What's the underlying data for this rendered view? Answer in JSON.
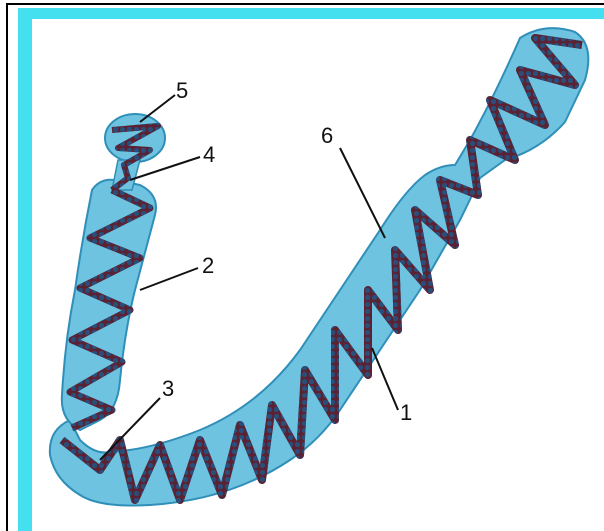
{
  "diagram": {
    "labels": [
      {
        "id": "1",
        "text": "1"
      },
      {
        "id": "2",
        "text": "2"
      },
      {
        "id": "3",
        "text": "3"
      },
      {
        "id": "4",
        "text": "4"
      },
      {
        "id": "5",
        "text": "5"
      },
      {
        "id": "6",
        "text": "6"
      }
    ],
    "colors": {
      "background": "#44e0f0",
      "panel": "#ffffff",
      "chromosome_fill": "#6ec3e0",
      "chromosome_edge": "#2f8fb8",
      "helix_strand": "#5a2233",
      "helix_bead": "#2a4e7a"
    }
  }
}
